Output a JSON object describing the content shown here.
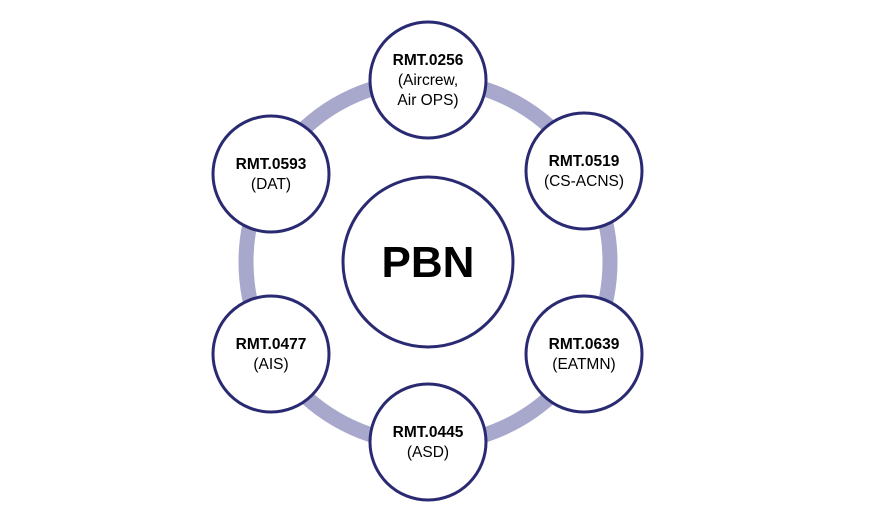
{
  "colors": {
    "ring": "#a8a8cc",
    "node_stroke": "#2a2a72",
    "text": "#000000"
  },
  "center": {
    "label": "PBN"
  },
  "nodes": [
    {
      "id": "rmt-0256",
      "title": "RMT.0256",
      "sub": [
        "(Aircrew,",
        "Air OPS)"
      ]
    },
    {
      "id": "rmt-0519",
      "title": "RMT.0519",
      "sub": [
        "(CS-ACNS)"
      ]
    },
    {
      "id": "rmt-0639",
      "title": "RMT.0639",
      "sub": [
        "(EATMN)"
      ]
    },
    {
      "id": "rmt-0445",
      "title": "RMT.0445",
      "sub": [
        "(ASD)"
      ]
    },
    {
      "id": "rmt-0477",
      "title": "RMT.0477",
      "sub": [
        "(AIS)"
      ]
    },
    {
      "id": "rmt-0593",
      "title": "RMT.0593",
      "sub": [
        "(DAT)"
      ]
    }
  ]
}
